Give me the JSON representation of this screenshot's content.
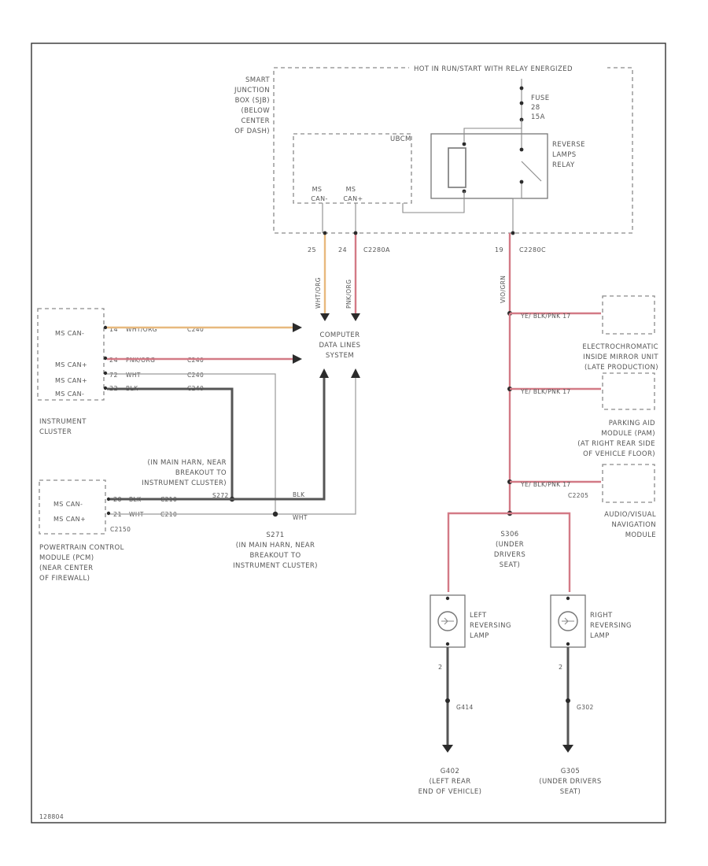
{
  "diagram": {
    "corner_code": "128804",
    "relay_header": "HOT IN RUN/START WITH RELAY ENERGIZED",
    "sjb": [
      "SMART",
      "JUNCTION",
      "BOX (SJB)",
      "(BELOW",
      "CENTER",
      "OF DASH)"
    ],
    "ubcm": "UBCM",
    "ms_can_a": [
      "MS",
      "CAN-"
    ],
    "ms_can_b": [
      "MS",
      "CAN+"
    ],
    "fuse": [
      "FUSE",
      "28",
      "15A"
    ],
    "relay_label": [
      "REVERSE",
      "LAMPS",
      "RELAY"
    ],
    "pin_25": "25",
    "pin_24": "24",
    "c2280a": "C2280A",
    "pin_19": "19",
    "c2280c": "C2280C",
    "wire_c1": "WHT/ORG",
    "wire_c2": "PNK/ORG",
    "wire_c3": "VIO/GRN",
    "cdls": [
      "COMPUTER",
      "DATA LINES",
      "SYSTEM"
    ],
    "ic_ms1": "MS CAN-",
    "ic_ms2": "MS CAN+",
    "ic_ms3": "MS CAN+",
    "ic_ms4": "MS CAN-",
    "ic_pin14": "14",
    "ic_pin24": "24",
    "ic_pin72": "72",
    "ic_pin22": "22",
    "ic_w1": "WHT/ORG",
    "ic_w2": "PNK/ORG",
    "ic_w3": "WHT",
    "ic_w4": "BLK",
    "ic_c1": "C240",
    "ic_c2": "C240",
    "ic_c3": "C240",
    "ic_c4": "C240",
    "ic_label": [
      "INSTRUMENT",
      "CLUSTER"
    ],
    "splice_top": [
      "(IN MAIN HARN, NEAR",
      "BREAKOUT TO",
      "INSTRUMENT CLUSTER)"
    ],
    "s272": "S272",
    "pcm_ms1": "MS CAN-",
    "pcm_ms2": "MS CAN+",
    "pcm_pin1": "20",
    "pcm_pin2": "21",
    "pcm_w1": "BLK",
    "pcm_w2": "WHT",
    "pcm_c1": "C210",
    "pcm_c2": "C210",
    "c2150": "C2150",
    "pcm_label": [
      "POWERTRAIN CONTROL",
      "MODULE (PCM)",
      "(NEAR CENTER",
      "OF FIREWALL)"
    ],
    "mid_blk": "BLK",
    "mid_wht": "WHT",
    "s271": [
      "S271",
      "(IN MAIN HARN, NEAR",
      "BREAKOUT TO",
      "INSTRUMENT CLUSTER)"
    ],
    "r_wire_1": "YE/ BLK/PNK 17",
    "r_wire_2": "YE/ BLK/PNK 17",
    "r_wire_3": "YE/ BLK/PNK 17",
    "ec_mirror": [
      "ELECTROCHROMATIC",
      "INSIDE MIRROR UNIT",
      "(LATE PRODUCTION)"
    ],
    "parking_aid": [
      "PARKING AID",
      "MODULE (PAM)",
      "(AT RIGHT REAR SIDE",
      "OF VEHICLE FLOOR)"
    ],
    "c2205": "C2205",
    "avnm": [
      "AUDIO/VISUAL",
      "NAVIGATION",
      "MODULE"
    ],
    "s306": [
      "S306",
      "(UNDER",
      "DRIVERS",
      "SEAT)"
    ],
    "left_lamp": [
      "LEFT",
      "REVERSING",
      "LAMP"
    ],
    "right_lamp": [
      "RIGHT",
      "REVERSING",
      "LAMP"
    ],
    "lpin": "2",
    "rpin": "2",
    "g414": "G414",
    "g302": "G302",
    "g402": [
      "G402",
      "(LEFT REAR",
      "END OF VEHICLE)"
    ],
    "g305": [
      "G305",
      "(UNDER DRIVERS",
      "SEAT)"
    ]
  }
}
